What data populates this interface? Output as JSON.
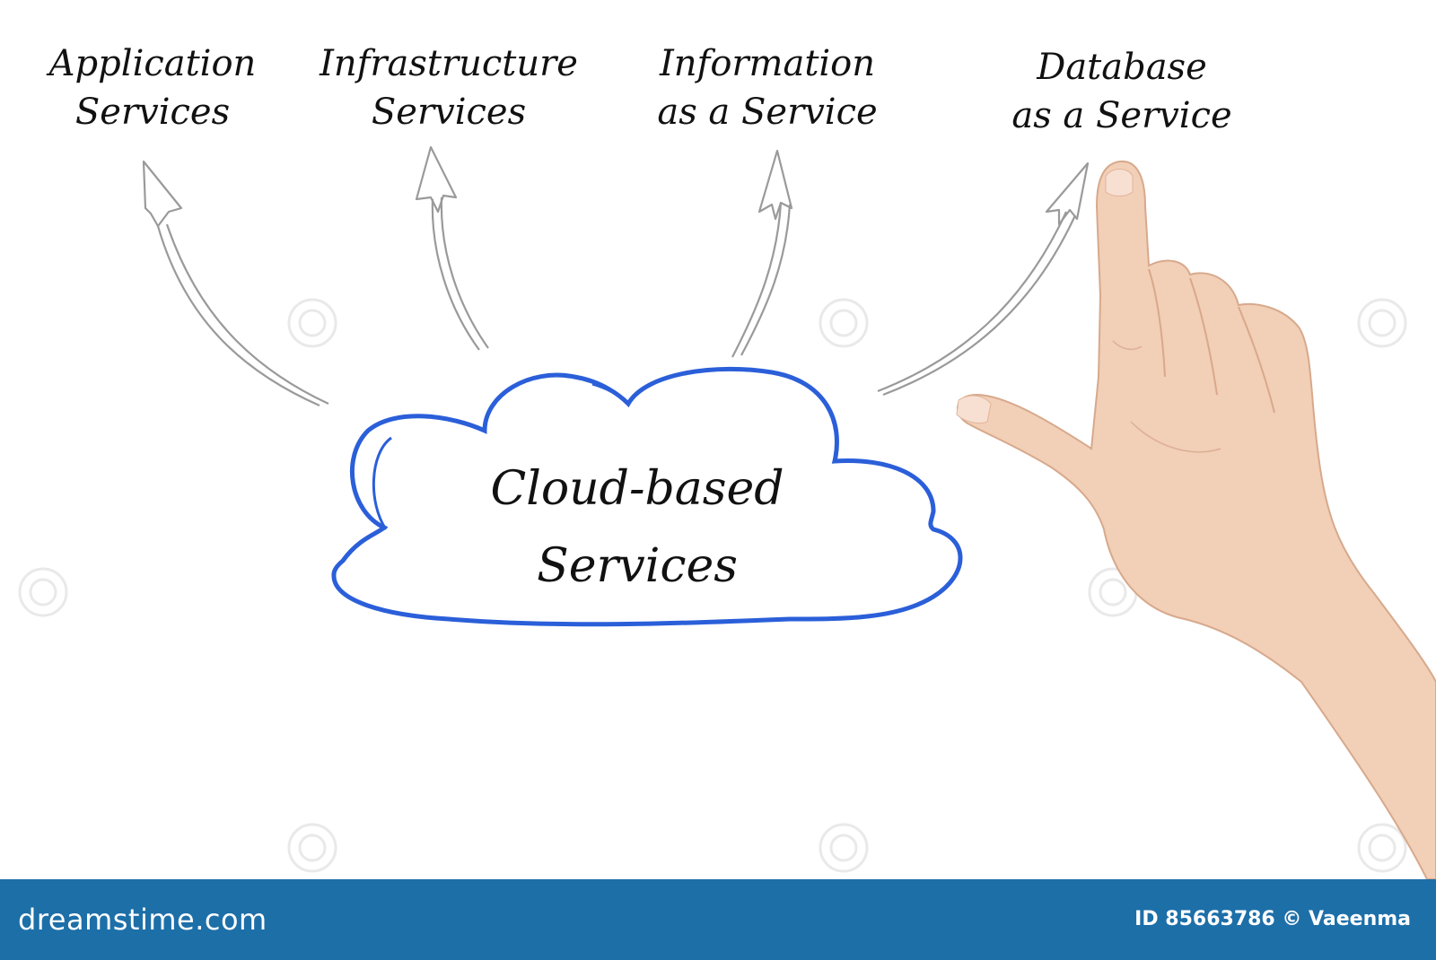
{
  "labels": {
    "application": [
      "Application",
      "Services"
    ],
    "infrastructure": [
      "Infrastructure",
      "Services"
    ],
    "information": [
      "Information",
      "as a Service"
    ],
    "database": [
      "Database",
      "as a Service"
    ]
  },
  "cloud": {
    "lines": [
      "Cloud-based",
      "Services"
    ],
    "outline_color": "#2b5fd9"
  },
  "arrow_color": "#9a9a9a",
  "footer": {
    "brand": "dreamstime.com",
    "credit": "ID 85663786 © Vaeenma",
    "background": "#1d6fa8"
  },
  "icons": [
    "hand-pointing-icon",
    "watermark-icon"
  ]
}
